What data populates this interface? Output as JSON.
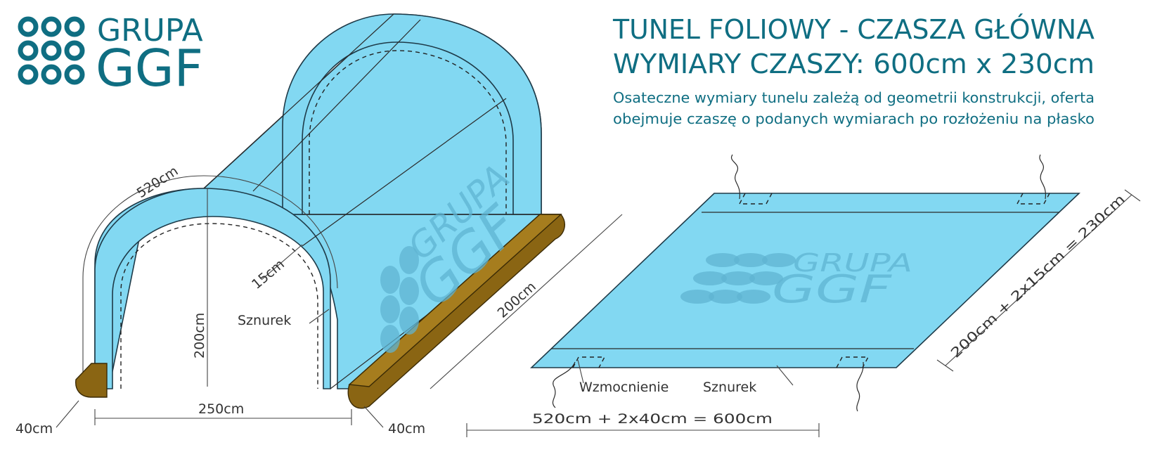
{
  "brand": {
    "name_line1": "GRUPA",
    "name_line2": "GGF",
    "color": "#0f6e82"
  },
  "header": {
    "title_line1": "TUNEL FOLIOWY - CZASZA GŁÓWNA",
    "title_line2": "WYMIARY CZASZY: 600cm x 230cm",
    "note_line1": "Osateczne wymiary tunelu zależą od geometrii konstrukcji, oferta",
    "note_line2": "obejmuje czaszę o podanych wymiarach po rozłożeniu na płasko"
  },
  "tunnel_diagram": {
    "arc_length": "520cm",
    "sleeve_width": "15cm",
    "string_label": "Sznurek",
    "height": "200cm",
    "width": "250cm",
    "length": "200cm",
    "left_flap": "40cm",
    "right_flap": "40cm"
  },
  "flat_diagram": {
    "width_dimension": "200cm + 2x15cm = 230cm",
    "length_dimension": "520cm + 2x40cm = 600cm",
    "reinforcement_label": "Wzmocnienie",
    "string_label": "Sznurek"
  },
  "watermark": {
    "line1": "GRUPA",
    "line2": "GGF"
  },
  "colors": {
    "foil": "#82d8f2",
    "wood": "#8a6513",
    "watermark": "#5fb4d2"
  }
}
